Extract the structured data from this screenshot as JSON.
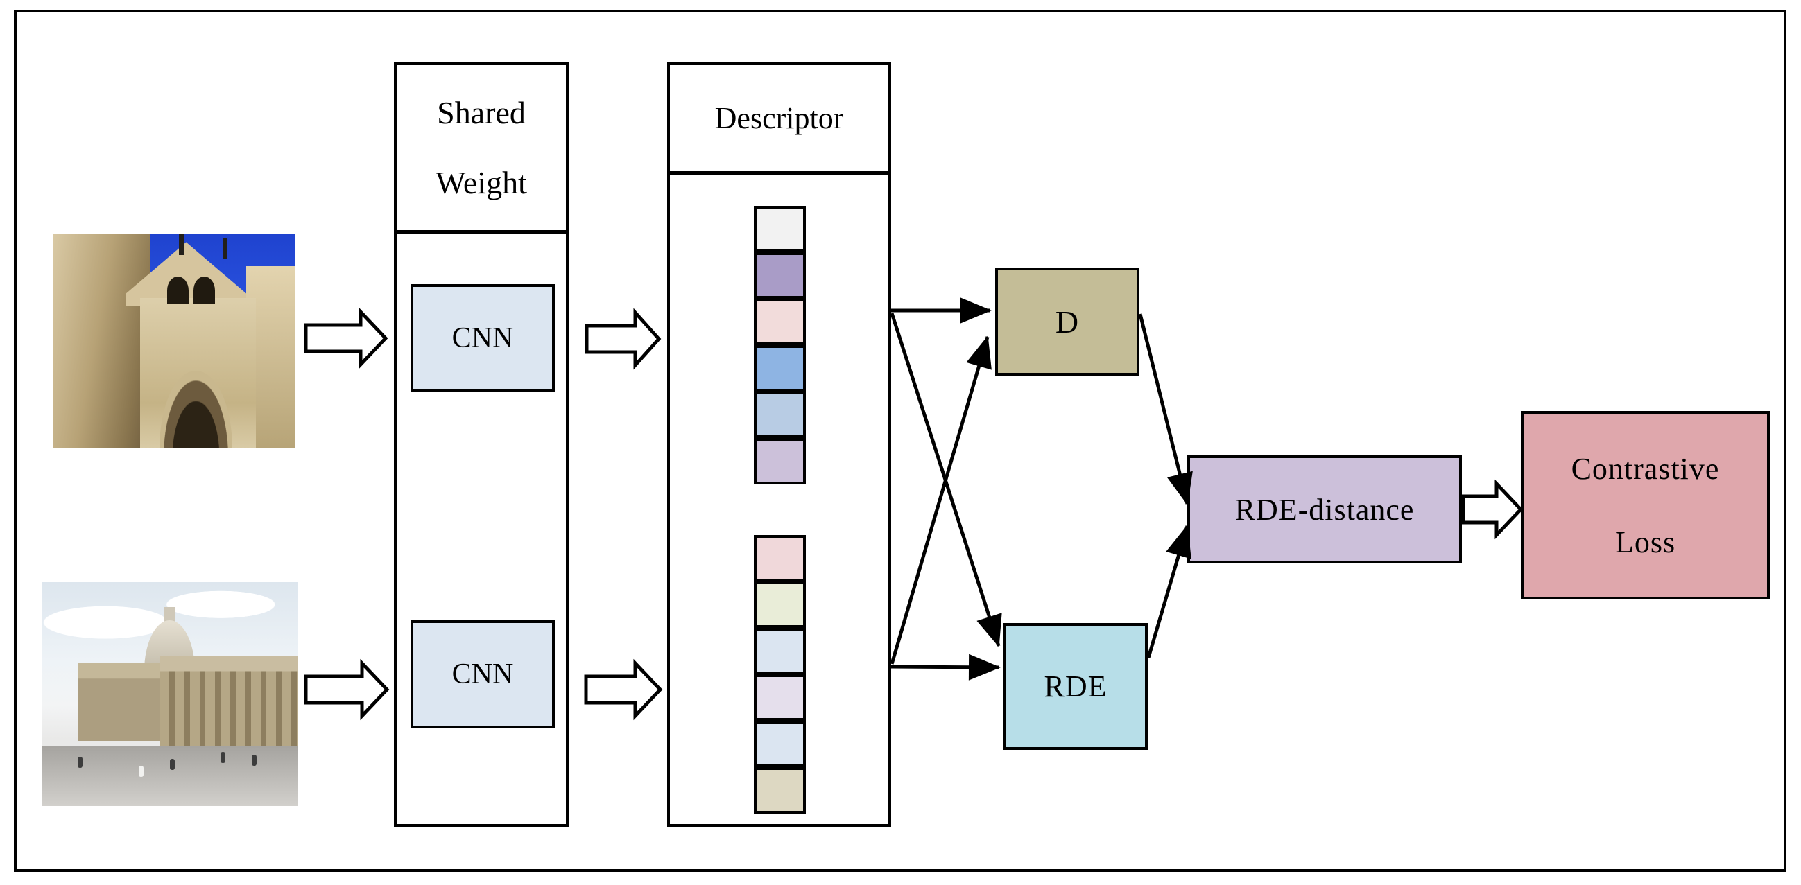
{
  "figure": {
    "photo_top_alt": "cathedral facade photo (query image 1)",
    "photo_bottom_alt": "basilica square photo (query image 2)"
  },
  "shared_weight": {
    "line1": "Shared",
    "line2": "Weight",
    "cnn_label": "CNN"
  },
  "descriptor": {
    "title": "Descriptor",
    "top_cells": [
      "#f2f2f2",
      "#a99cc7",
      "#f2dcdb",
      "#8eb4e3",
      "#b8cce4",
      "#ccc1da"
    ],
    "bottom_cells": [
      "#f0d8da",
      "#e9edd8",
      "#dbe5f1",
      "#e5dfec",
      "#dbe5f1",
      "#ddd8c2"
    ]
  },
  "nodes": {
    "d": "D",
    "rde": "RDE",
    "rde_distance": "RDE-distance",
    "loss_line1": "Contrastive",
    "loss_line2": "Loss"
  },
  "colors": {
    "cnn_fill": "#dce6f1",
    "d_fill": "#c4bd97",
    "rde_fill": "#b7dee8",
    "rde_distance_fill": "#ccc0da",
    "contrastive_fill": "#dfa7ac",
    "line_color": "#000000"
  }
}
